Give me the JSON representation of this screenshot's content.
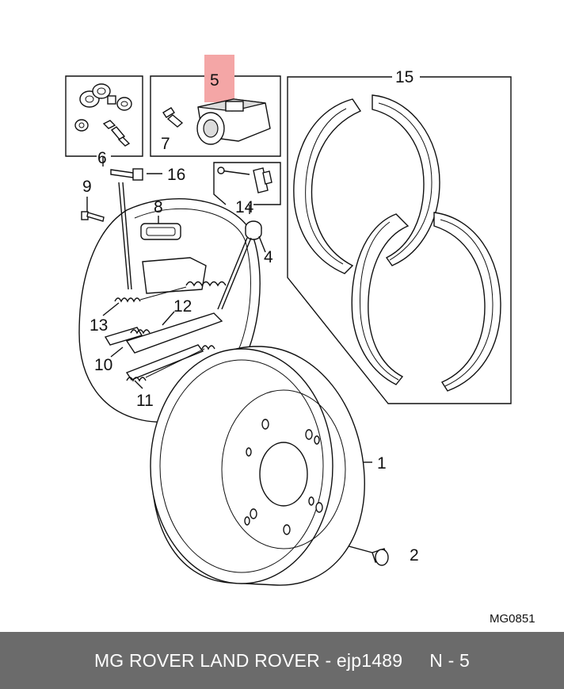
{
  "diagram": {
    "drawing_code": "MG0851",
    "highlight_color": "#f4a6a6",
    "callouts": [
      {
        "id": "label-1",
        "text": "1"
      },
      {
        "id": "label-2",
        "text": "2"
      },
      {
        "id": "label-4",
        "text": "4"
      },
      {
        "id": "label-5",
        "text": "5"
      },
      {
        "id": "label-6",
        "text": "6"
      },
      {
        "id": "label-7",
        "text": "7"
      },
      {
        "id": "label-8",
        "text": "8"
      },
      {
        "id": "label-9",
        "text": "9"
      },
      {
        "id": "label-10",
        "text": "10"
      },
      {
        "id": "label-11",
        "text": "11"
      },
      {
        "id": "label-12",
        "text": "12"
      },
      {
        "id": "label-13",
        "text": "13"
      },
      {
        "id": "label-14",
        "text": "14"
      },
      {
        "id": "label-15",
        "text": "15"
      },
      {
        "id": "label-16",
        "text": "16"
      }
    ]
  },
  "footer": {
    "text": "MG ROVER LAND ROVER - ejp1489",
    "page": "N - 5",
    "background": "#6b6b6b"
  }
}
